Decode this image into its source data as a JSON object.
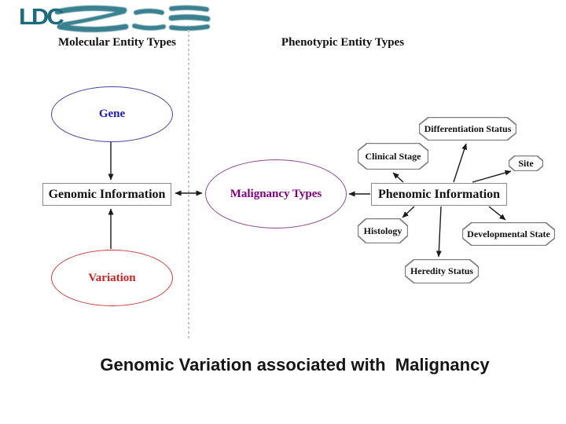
{
  "slide": {
    "logo_text": "LDC",
    "headers": {
      "left": "Molecular Entity Types",
      "right": "Phenotypic Entity Types"
    },
    "bottom_title": "Genomic Variation associated with  Malignancy"
  },
  "nodes": {
    "gene": {
      "label": "Gene",
      "shape": "ellipse",
      "text_color": "#1b1bbd"
    },
    "genomic_information": {
      "label": "Genomic Information",
      "shape": "rectangle",
      "text_color": "#111111"
    },
    "variation": {
      "label": "Variation",
      "shape": "ellipse",
      "text_color": "#cc2222"
    },
    "malignancy_types": {
      "label": "Malignancy Types",
      "shape": "ellipse",
      "text_color": "#800080"
    },
    "phenomic_information": {
      "label": "Phenomic Information",
      "shape": "rectangle",
      "text_color": "#111111"
    },
    "differentiation_status": {
      "label": "Differentiation Status",
      "shape": "octagon"
    },
    "clinical_stage": {
      "label": "Clinical Stage",
      "shape": "octagon"
    },
    "site": {
      "label": "Site",
      "shape": "octagon"
    },
    "histology": {
      "label": "Histology",
      "shape": "octagon"
    },
    "heredity_status": {
      "label": "Heredity Status",
      "shape": "octagon"
    },
    "developmental_state": {
      "label": "Developmental State",
      "shape": "octagon"
    }
  },
  "edges": [
    {
      "from": "gene",
      "to": "genomic_information",
      "arrow": "single"
    },
    {
      "from": "variation",
      "to": "genomic_information",
      "arrow": "single"
    },
    {
      "from": "genomic_information",
      "to": "malignancy_types",
      "arrow": "double"
    },
    {
      "from": "phenomic_information",
      "to": "malignancy_types",
      "arrow": "single"
    },
    {
      "from": "phenomic_information",
      "to": "clinical_stage",
      "arrow": "single"
    },
    {
      "from": "phenomic_information",
      "to": "differentiation_status",
      "arrow": "single"
    },
    {
      "from": "phenomic_information",
      "to": "site",
      "arrow": "single"
    },
    {
      "from": "phenomic_information",
      "to": "developmental_state",
      "arrow": "single"
    },
    {
      "from": "phenomic_information",
      "to": "histology",
      "arrow": "single"
    },
    {
      "from": "phenomic_information",
      "to": "heredity_status",
      "arrow": "single"
    }
  ],
  "colors": {
    "logo_teal": "#1c6b7d",
    "gene_blue": "#1b1bbd",
    "variation_red": "#cc2222",
    "malignancy_purple": "#800080",
    "divider_gray": "#c6c6c6",
    "arrow_black": "#1a1a1a"
  }
}
